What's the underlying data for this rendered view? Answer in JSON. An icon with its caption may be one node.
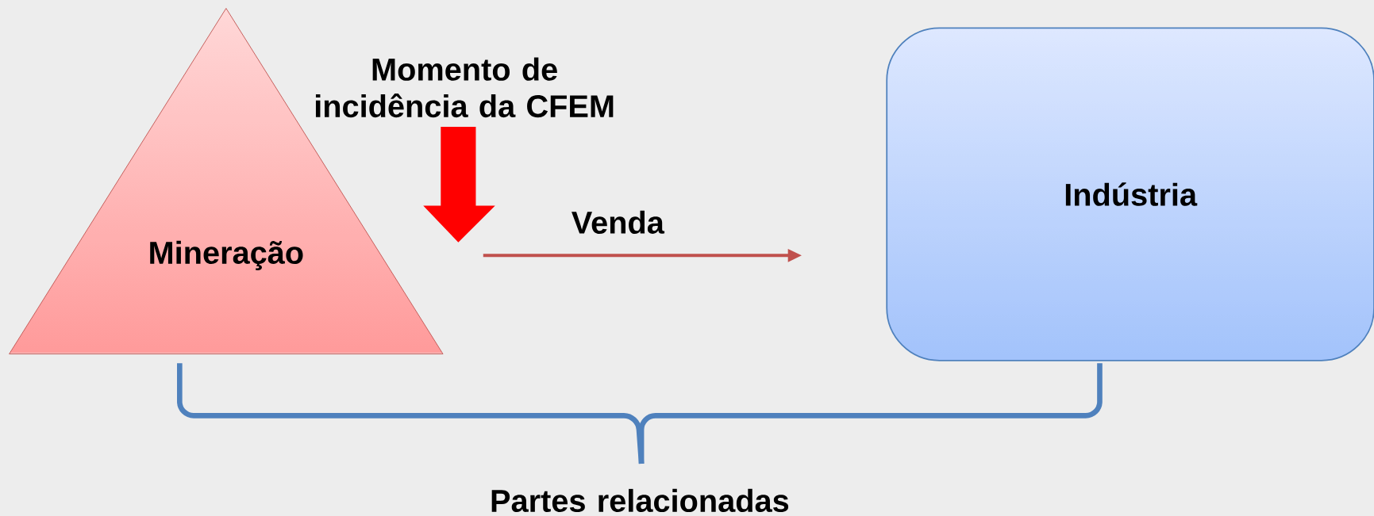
{
  "diagram": {
    "nodes": [
      {
        "text": [
          "Mineração"
        ]
      },
      {
        "text": [
          "Indústria"
        ]
      }
    ],
    "edges": [
      {
        "from": 0,
        "to": 1,
        "arrow": "to",
        "label": "Venda"
      }
    ],
    "labels": [
      "Momento de incidência da CFEM",
      "Partes relacionadas"
    ]
  }
}
